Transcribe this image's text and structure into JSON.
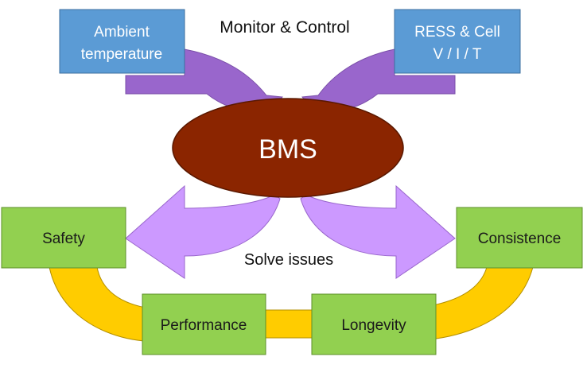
{
  "diagram": {
    "center": {
      "label": "BMS"
    },
    "inputs": {
      "left_box": {
        "line1": "Ambient",
        "line2": "temperature"
      },
      "right_box": {
        "line1": "RESS & Cell",
        "line2": "V / I / T"
      },
      "caption": "Monitor & Control"
    },
    "outputs": {
      "caption": "Solve issues",
      "items": [
        {
          "label": "Safety"
        },
        {
          "label": "Consistence"
        },
        {
          "label": "Performance"
        },
        {
          "label": "Longevity"
        }
      ]
    },
    "colors": {
      "input_box": "#5b9bd5",
      "input_arrow": "#9966cc",
      "output_arrow": "#cc99ff",
      "bms_ellipse": "#8b2500",
      "output_box": "#92d050",
      "ring": "#ffcc00"
    }
  }
}
